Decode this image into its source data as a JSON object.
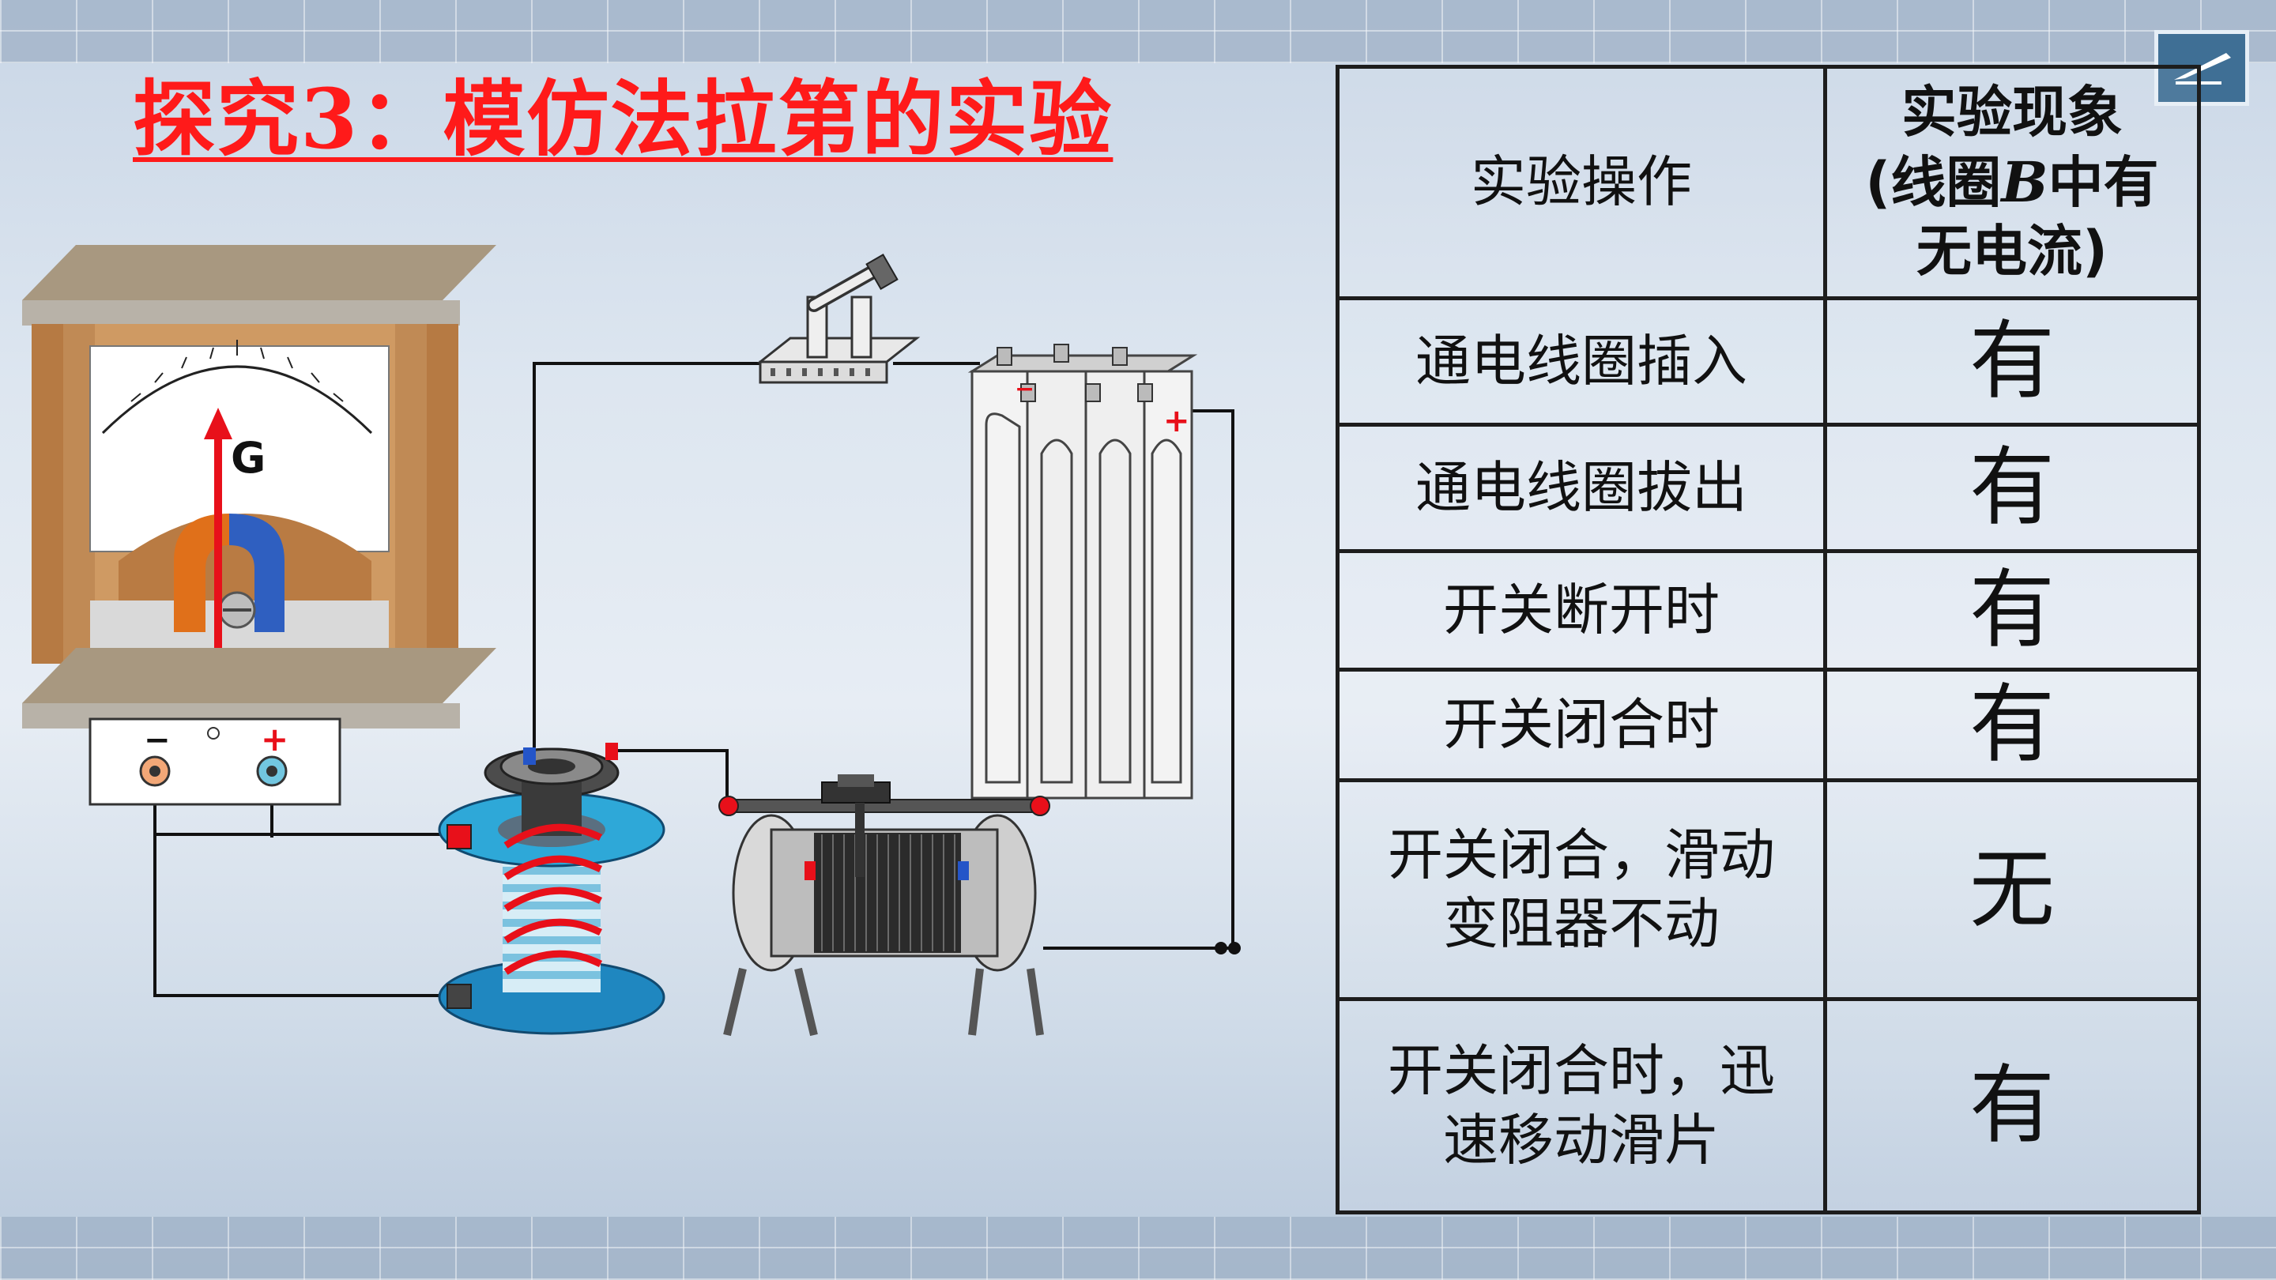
{
  "title": "探究3：模仿法拉第的实验",
  "apparatus": {
    "galvanometer_label": "G",
    "minus_sign": "−",
    "plus_sign": "+",
    "battery_minus": "−",
    "battery_plus": "+"
  },
  "table": {
    "header": {
      "operation": "实验操作",
      "phenomenon_line1": "实验现象",
      "phenomenon_line2_prefix": "(线圈",
      "phenomenon_line2_italic": "B",
      "phenomenon_line2_suffix": "中有",
      "phenomenon_line3": "无电流)"
    },
    "rows": [
      {
        "operation": "通电线圈插入",
        "phenomenon": "有"
      },
      {
        "operation": "通电线圈拔出",
        "phenomenon": "有"
      },
      {
        "operation": "开关断开时",
        "phenomenon": "有"
      },
      {
        "operation": "开关闭合时",
        "phenomenon": "有"
      },
      {
        "operation_line1": "开关闭合，滑动",
        "operation_line2": "变阻器不动",
        "phenomenon": "无"
      },
      {
        "operation_line1": "开关闭合时，迅",
        "operation_line2": "速移动滑片",
        "phenomenon": "有"
      }
    ]
  },
  "colors": {
    "title": "#ff1a1a",
    "phenomenon": "#ee0000",
    "wood": "#c08a55",
    "coil_blue": "#2ea8d8",
    "coil_red": "#e8101a"
  }
}
